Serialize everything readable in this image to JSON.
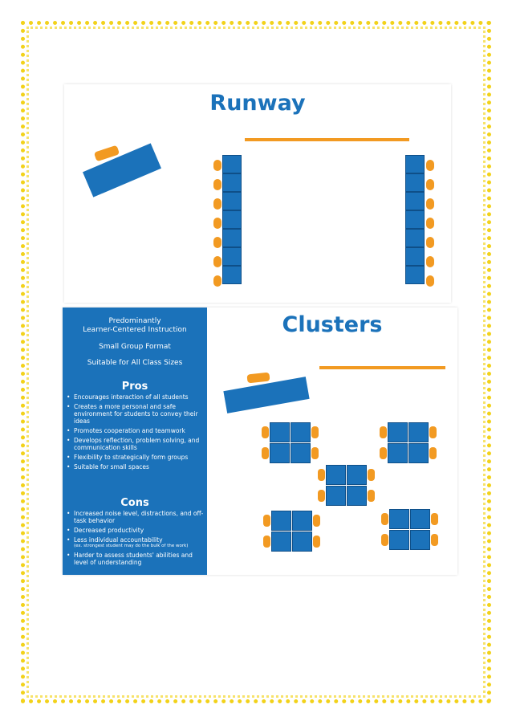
{
  "runway": {
    "title": "Runway"
  },
  "clusters": {
    "title": "Clusters",
    "sidebar": {
      "line1": "Predominantly",
      "line2": "Learner-Centered Instruction",
      "line3": "Small Group Format",
      "line4": "Suitable for All Class Sizes",
      "pros_heading": "Pros",
      "pros": [
        "Encourages interaction of all students",
        "Creates a more personal and safe environment for students to convey their ideas",
        "Promotes cooperation and teamwork",
        "Develops reflection, problem solving, and communication skills",
        "Flexibility to strategically form groups",
        "Suitable for small spaces"
      ],
      "cons_heading": "Cons",
      "cons": [
        "Increased noise level, distractions, and off-task behavior",
        "Decreased productivity",
        "Less individual accountability",
        "Harder to assess students' abilities and level of understanding"
      ],
      "cons_note": "(ex. strongest student may do the bulk of the work)"
    }
  },
  "colors": {
    "blue": "#1b72ba",
    "orange": "#f29a22",
    "border_yellow": "#f2d21b"
  }
}
